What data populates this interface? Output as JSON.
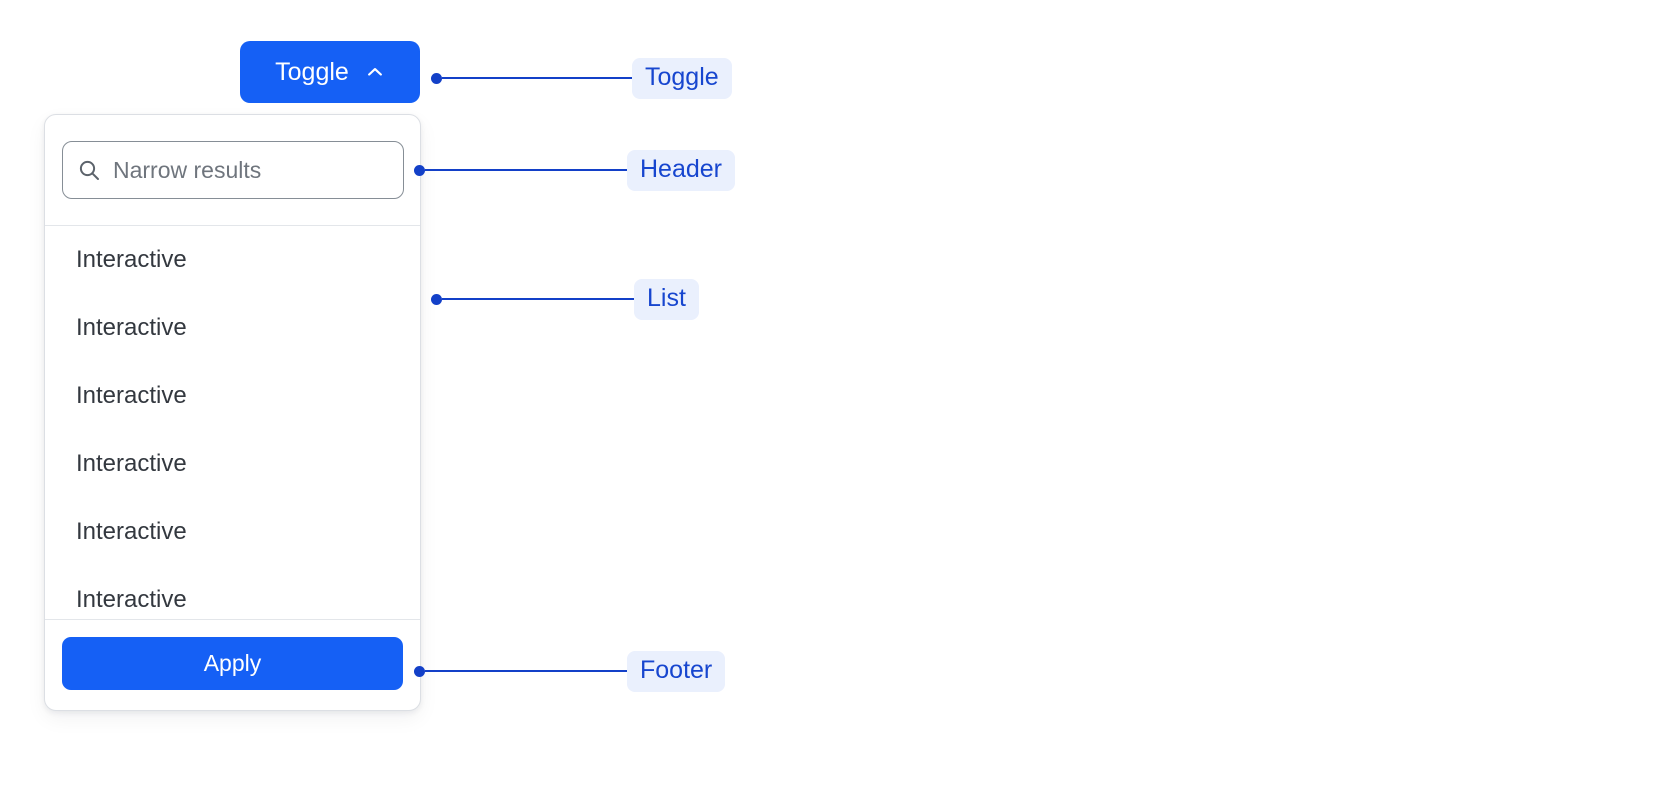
{
  "theme": {
    "accent_blue": "#1560f5",
    "annotation_blue": "#1340c8",
    "annotation_chip_bg": "#eaf0fd",
    "annotation_chip_text": "#1746cf",
    "panel_border": "#dcdfe4",
    "divider": "#e3e6ea",
    "list_text": "#33383f",
    "placeholder_text": "#6f757d",
    "page_background": "#ffffff"
  },
  "toggle": {
    "label": "Toggle",
    "icon": "chevron-up-icon",
    "expanded": true
  },
  "panel": {
    "header": {
      "search": {
        "icon": "search-icon",
        "value": "",
        "placeholder": "Narrow results"
      }
    },
    "list": {
      "items": [
        {
          "label": "Interactive"
        },
        {
          "label": "Interactive"
        },
        {
          "label": "Interactive"
        },
        {
          "label": "Interactive"
        },
        {
          "label": "Interactive"
        },
        {
          "label": "Interactive"
        }
      ]
    },
    "footer": {
      "apply_label": "Apply"
    }
  },
  "annotations": [
    {
      "id": "toggle",
      "label": "Toggle"
    },
    {
      "id": "header",
      "label": "Header"
    },
    {
      "id": "list",
      "label": "List"
    },
    {
      "id": "footer",
      "label": "Footer"
    }
  ]
}
